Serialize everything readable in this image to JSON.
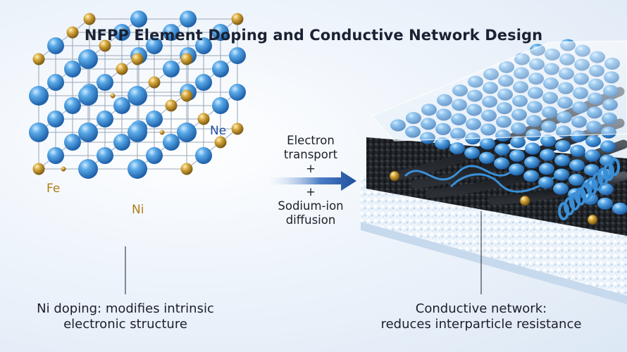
{
  "title": "NFPP Element Doping and Conductive Network Design",
  "lattice_labels": {
    "ne": "Ne",
    "fe": "Fe",
    "ni": "Ni"
  },
  "middle": {
    "line1": "Electron",
    "line2": "transport",
    "plus1": "+",
    "plus2": "+",
    "line3": "Sodium-ion",
    "line4": "diffusion"
  },
  "captions": {
    "left_line1": "Ni doping: modifies intrinsic",
    "left_line2": "electronic structure",
    "right_line1": "Conductive network:",
    "right_line2": "reduces interparticle resistance"
  },
  "colors": {
    "sphere_blue": "#3a8fd6",
    "sphere_gold": "#c99a2e",
    "carbon_black": "#1c1f24",
    "arrow_blue": "#1f4f9e",
    "text_dark": "#1a2233"
  }
}
